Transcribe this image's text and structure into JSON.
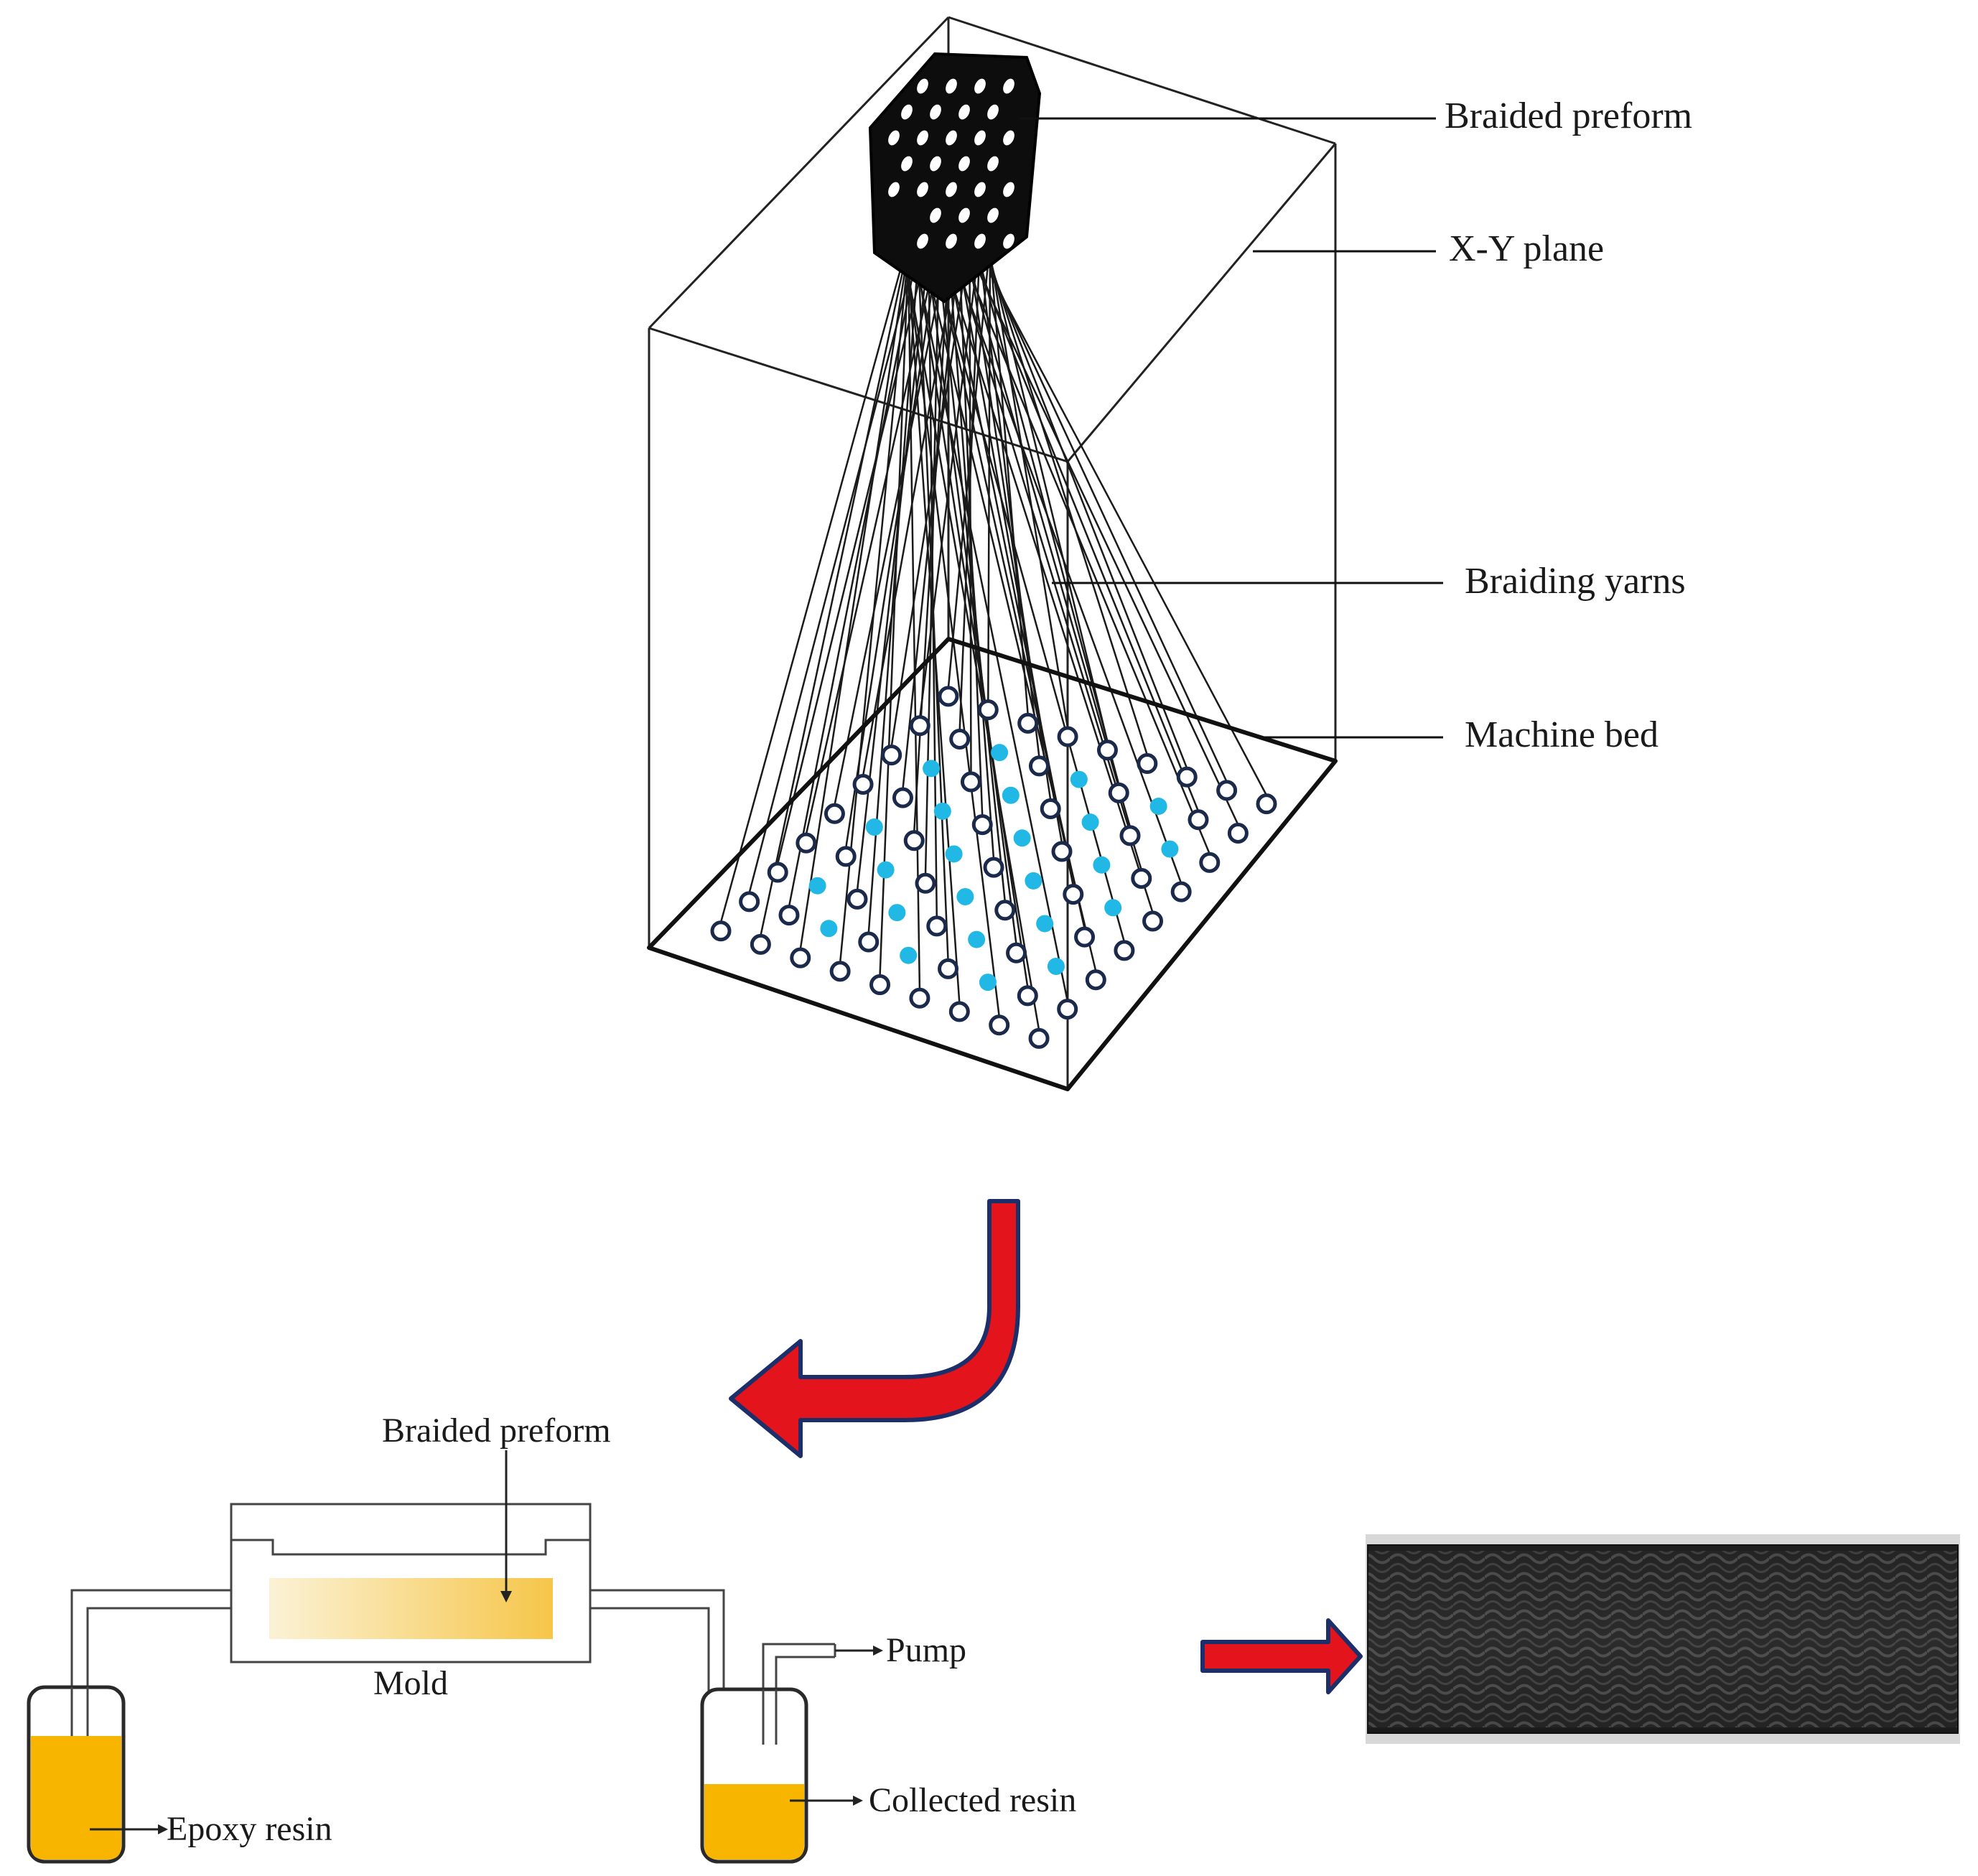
{
  "braiding_machine": {
    "labels": {
      "braided_preform": "Braided preform",
      "xy_plane": "X-Y plane",
      "braiding_yarns": "Braiding yarns",
      "machine_bed": "Machine bed"
    },
    "carrier_colors": {
      "ring": "#1b2a4a",
      "filled": "#22b8e6"
    }
  },
  "rtm_setup": {
    "labels": {
      "braided_preform": "Braided preform",
      "mold": "Mold",
      "pump": "Pump",
      "epoxy_resin": "Epoxy resin",
      "collected_resin": "Collected resin"
    },
    "resin_color": "#f7b500"
  },
  "arrows": {
    "fill": "#e3141b",
    "outline": "#1c2f6b"
  }
}
